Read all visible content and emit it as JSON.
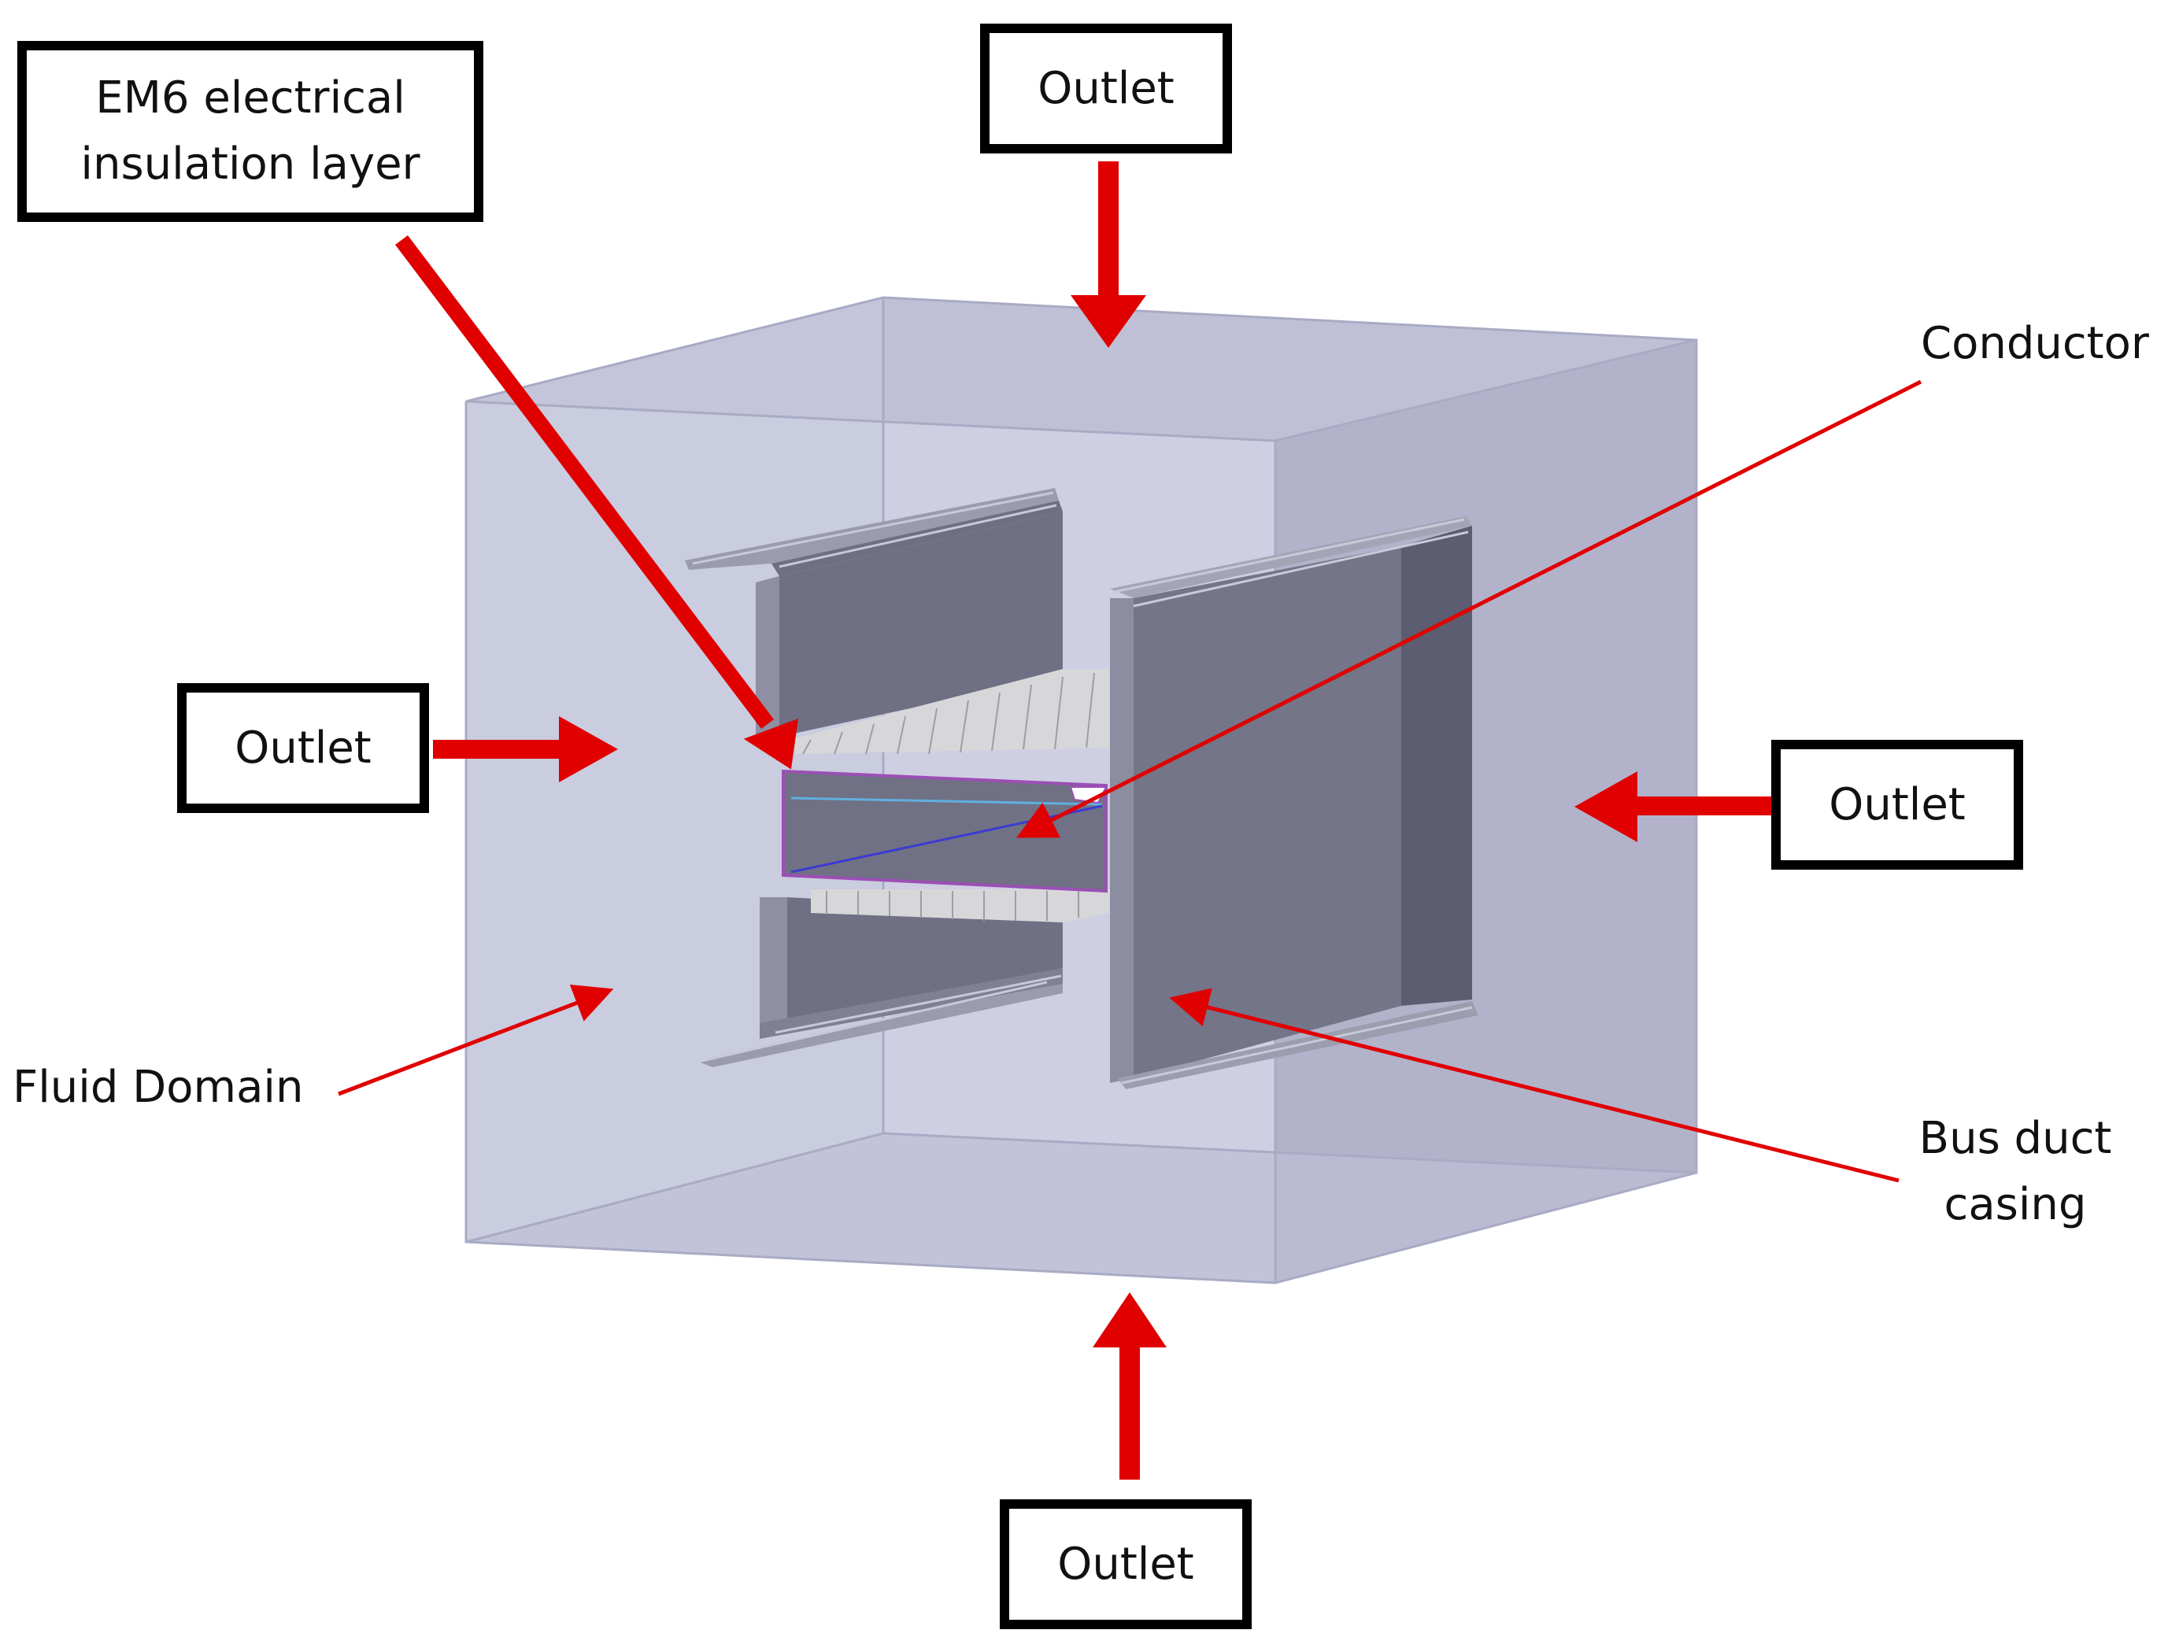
{
  "labels": {
    "insulation": {
      "line1": "EM6 electrical",
      "line2": "insulation layer"
    },
    "outlet_top": "Outlet",
    "outlet_left": "Outlet",
    "outlet_right": "Outlet",
    "outlet_bottom": "Outlet",
    "conductor": "Conductor",
    "fluid_domain": "Fluid Domain",
    "bus_duct": {
      "line1": "Bus duct",
      "line2": "casing"
    }
  },
  "colors": {
    "arrow": "#e00000",
    "box_border": "#000000",
    "fluid_domain": "#c6c7dc",
    "casing": "#7a7b8e",
    "conductor_outline": "#9b4fb5",
    "fins": "#d5d5d8"
  }
}
